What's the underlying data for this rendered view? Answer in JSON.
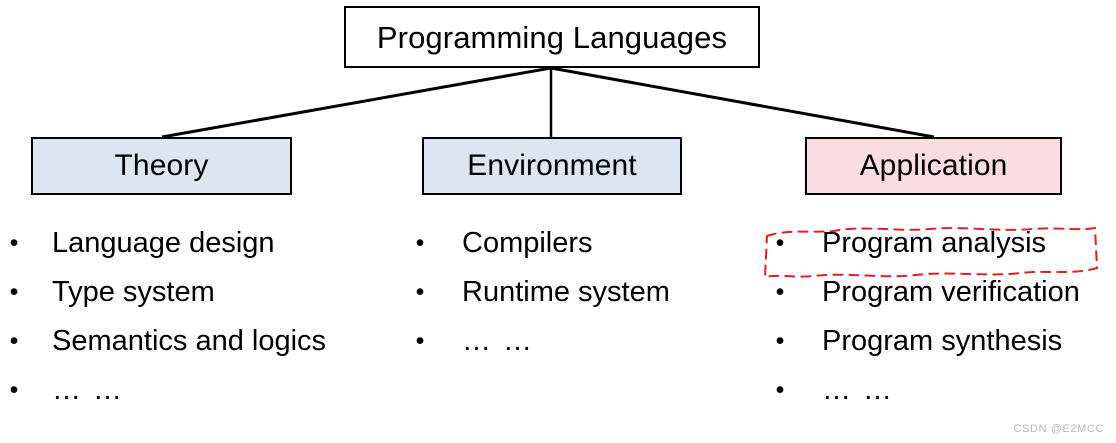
{
  "diagram": {
    "root": {
      "label": "Programming Languages",
      "fill": "#ffffff",
      "stroke": "#000000"
    },
    "branches": [
      {
        "id": "theory",
        "label": "Theory",
        "fill": "#dce6f1",
        "stroke": "#000000",
        "items": [
          "Language design",
          "Type system",
          "Semantics and logics",
          "… …"
        ]
      },
      {
        "id": "environment",
        "label": "Environment",
        "fill": "#dce6f1",
        "stroke": "#000000",
        "items": [
          "Compilers",
          "Runtime system",
          "… …"
        ]
      },
      {
        "id": "application",
        "label": "Application",
        "fill": "#fadde1",
        "stroke": "#000000",
        "items": [
          "Program analysis",
          "Program verification",
          "Program synthesis",
          "… …"
        ]
      }
    ],
    "bullet_glyph": "•",
    "annotation": {
      "target": "Program analysis",
      "style": "hand-drawn dashed outline",
      "color": "#e02020"
    }
  },
  "watermark": {
    "text": "CSDN @E2MCC",
    "color": "#b8b8b8"
  }
}
